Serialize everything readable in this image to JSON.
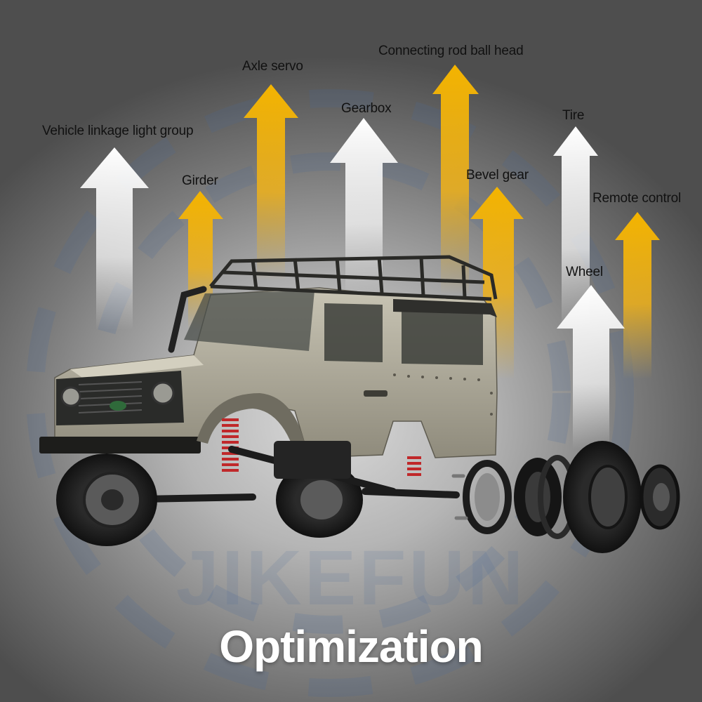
{
  "labels": {
    "vehicle_linkage_light_group": "Vehicle linkage light group",
    "axle_servo": "Axle servo",
    "girder": "Girder",
    "gearbox": "Gearbox",
    "connecting_rod_ball_head": "Connecting rod ball head",
    "bevel_gear": "Bevel gear",
    "tire": "Tire",
    "remote_control": "Remote control",
    "wheel": "Wheel"
  },
  "headline": "Optimization",
  "watermark": "JIKEFUN",
  "colors": {
    "arrow_yellow": "#f2b418",
    "arrow_white": "#ffffff",
    "vehicle_body": "#a9a596",
    "roof": "#2f2f2c",
    "tire": "#1e1e1e",
    "shock_spring": "#c0282a"
  }
}
